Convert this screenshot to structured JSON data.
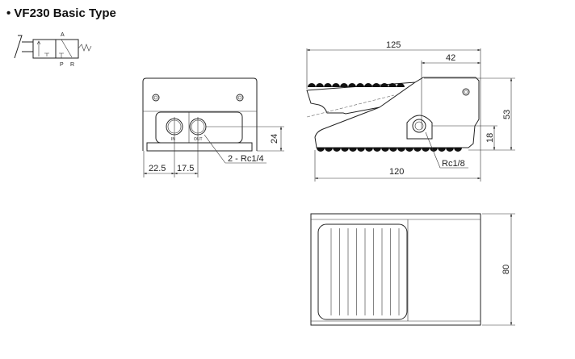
{
  "title": "• VF230 Basic Type",
  "symbol": {
    "port_a": "A",
    "port_p": "P",
    "port_r": "R"
  },
  "front_view": {
    "port_in": "IN",
    "port_out": "OUT",
    "dim_height": "24",
    "dim_left": "22.5",
    "dim_spacing": "17.5",
    "port_callout": "2 - Rc1/4"
  },
  "side_view": {
    "dim_length": "125",
    "dim_top": "42",
    "dim_height": "53",
    "dim_pivot": "18",
    "dim_base": "120",
    "port_callout": "Rc1/8"
  },
  "top_view": {
    "dim_width": "80"
  }
}
